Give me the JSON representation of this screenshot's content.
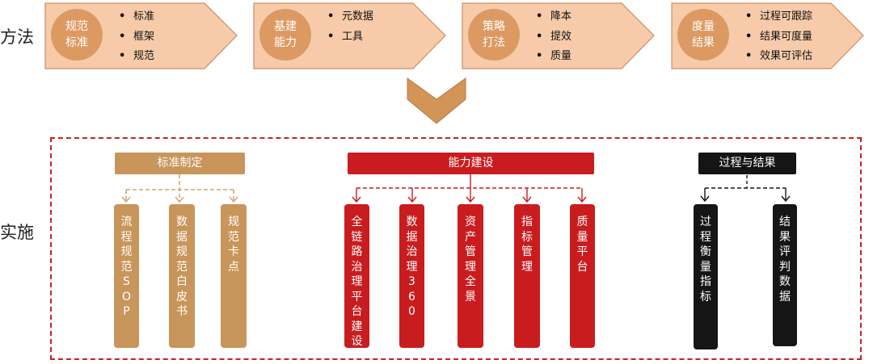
{
  "labels": {
    "method": "方法",
    "implementation": "实施"
  },
  "methods": [
    {
      "circle": "规范标准",
      "bullets": [
        "标准",
        "框架",
        "规范"
      ]
    },
    {
      "circle": "基建能力",
      "bullets": [
        "元数据",
        "工具"
      ]
    },
    {
      "circle": "策略打法",
      "bullets": [
        "降本",
        "提效",
        "质量"
      ]
    },
    {
      "circle": "度量结果",
      "bullets": [
        "过程可跟踪",
        "结果可度量",
        "效果可评估"
      ]
    }
  ],
  "groups": [
    {
      "header": "标准制定",
      "columns": [
        "流程规范SOP",
        "数据规范白皮书",
        "规范卡点"
      ]
    },
    {
      "header": "能力建设",
      "columns": [
        "全链路治理平台建设",
        "数据治理360",
        "资产管理全景",
        "指标管理",
        "质量平台"
      ]
    },
    {
      "header": "过程与结果",
      "columns": [
        "过程衡量指标",
        "结果评判数据"
      ]
    }
  ],
  "colors": {
    "arrow_fill": "#f7cba9",
    "arrow_stroke": "#c98e63",
    "circle": "#dc9a62",
    "tan": "#c8955a",
    "red": "#c91c1f",
    "black": "#151515",
    "frame": "#cc1f1f"
  },
  "bullet_glyph": "•"
}
